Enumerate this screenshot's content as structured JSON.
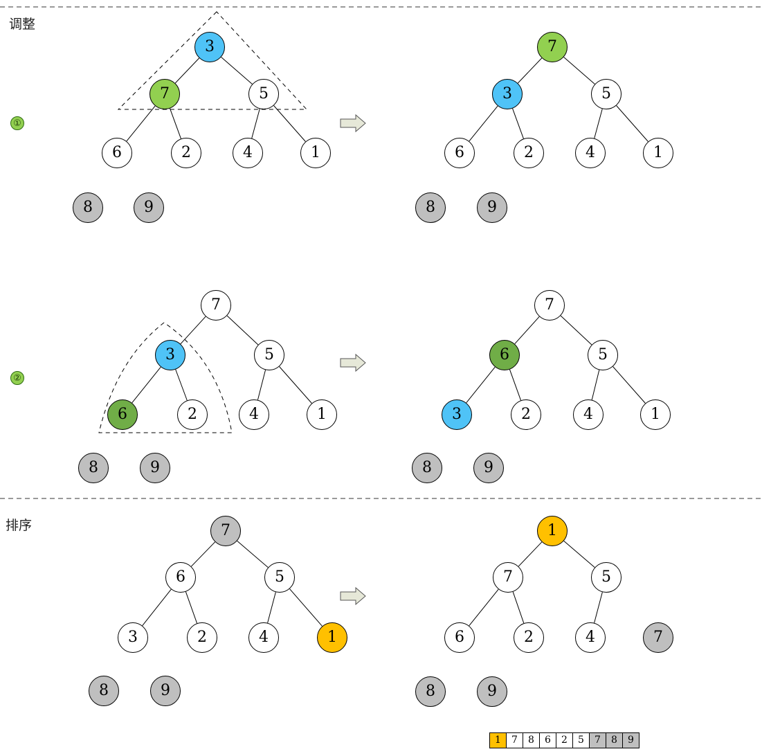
{
  "sections": {
    "adjust_label": "调整",
    "sort_label": "排序"
  },
  "steps": [
    "①",
    "②"
  ],
  "colors": {
    "blue": "#4fc3f7",
    "green_light": "#92d050",
    "green_dark": "#70ad47",
    "gray": "#bfbfbf",
    "orange": "#ffc000",
    "white": "#ffffff",
    "arrow_fill": "#e6e8d8"
  },
  "trees": [
    {
      "id": "step1-before",
      "nodes": [
        {
          "v": "3",
          "c": "blue"
        },
        {
          "v": "7",
          "c": "green_light"
        },
        {
          "v": "5",
          "c": "white"
        },
        {
          "v": "6",
          "c": "white"
        },
        {
          "v": "2",
          "c": "white"
        },
        {
          "v": "4",
          "c": "white"
        },
        {
          "v": "1",
          "c": "white"
        }
      ],
      "sorted": [
        "8",
        "9"
      ]
    },
    {
      "id": "step1-after",
      "nodes": [
        {
          "v": "7",
          "c": "green_light"
        },
        {
          "v": "3",
          "c": "blue"
        },
        {
          "v": "5",
          "c": "white"
        },
        {
          "v": "6",
          "c": "white"
        },
        {
          "v": "2",
          "c": "white"
        },
        {
          "v": "4",
          "c": "white"
        },
        {
          "v": "1",
          "c": "white"
        }
      ],
      "sorted": [
        "8",
        "9"
      ]
    },
    {
      "id": "step2-before",
      "nodes": [
        {
          "v": "7",
          "c": "white"
        },
        {
          "v": "3",
          "c": "blue"
        },
        {
          "v": "5",
          "c": "white"
        },
        {
          "v": "6",
          "c": "green_dark"
        },
        {
          "v": "2",
          "c": "white"
        },
        {
          "v": "4",
          "c": "white"
        },
        {
          "v": "1",
          "c": "white"
        }
      ],
      "sorted": [
        "8",
        "9"
      ]
    },
    {
      "id": "step2-after",
      "nodes": [
        {
          "v": "7",
          "c": "white"
        },
        {
          "v": "6",
          "c": "green_dark"
        },
        {
          "v": "5",
          "c": "white"
        },
        {
          "v": "3",
          "c": "blue"
        },
        {
          "v": "2",
          "c": "white"
        },
        {
          "v": "4",
          "c": "white"
        },
        {
          "v": "1",
          "c": "white"
        }
      ],
      "sorted": [
        "8",
        "9"
      ]
    },
    {
      "id": "sort-before",
      "nodes": [
        {
          "v": "7",
          "c": "gray"
        },
        {
          "v": "6",
          "c": "white"
        },
        {
          "v": "5",
          "c": "white"
        },
        {
          "v": "3",
          "c": "white"
        },
        {
          "v": "2",
          "c": "white"
        },
        {
          "v": "4",
          "c": "white"
        },
        {
          "v": "1",
          "c": "orange"
        }
      ],
      "sorted": [
        "8",
        "9"
      ]
    },
    {
      "id": "sort-after",
      "nodes": [
        {
          "v": "1",
          "c": "orange"
        },
        {
          "v": "7",
          "c": "white"
        },
        {
          "v": "5",
          "c": "white"
        },
        {
          "v": "6",
          "c": "white"
        },
        {
          "v": "2",
          "c": "white"
        },
        {
          "v": "4",
          "c": "white"
        },
        {
          "v": "7",
          "c": "gray"
        }
      ],
      "sorted": [
        "8",
        "9"
      ]
    }
  ],
  "array": [
    {
      "v": "1",
      "c": "orange"
    },
    {
      "v": "7",
      "c": "white"
    },
    {
      "v": "8",
      "c": "white"
    },
    {
      "v": "6",
      "c": "white"
    },
    {
      "v": "2",
      "c": "white"
    },
    {
      "v": "5",
      "c": "white"
    },
    {
      "v": "7",
      "c": "gray"
    },
    {
      "v": "8",
      "c": "gray"
    },
    {
      "v": "9",
      "c": "gray"
    }
  ]
}
